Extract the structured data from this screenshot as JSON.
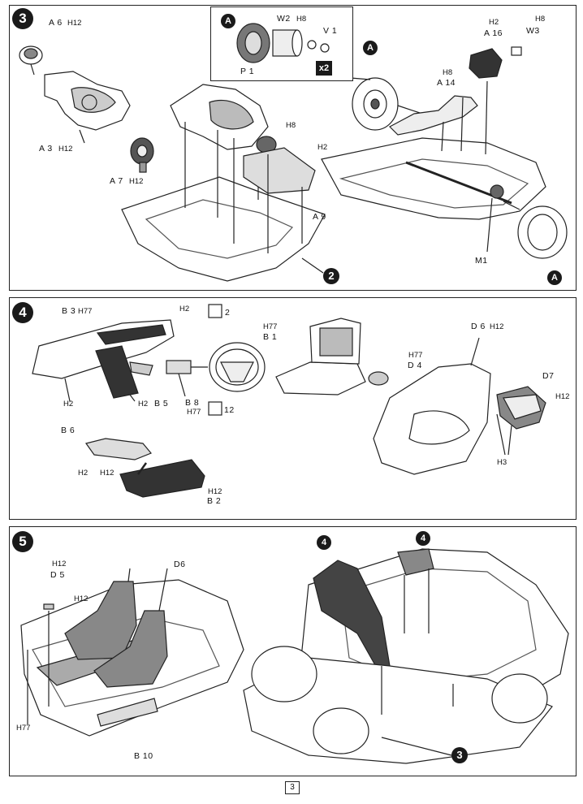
{
  "page_number": "3",
  "steps": {
    "s3": {
      "badge": "3",
      "ref_a": "A",
      "multiplier": "x2",
      "callout_ref": "2",
      "labels": {
        "a6": "A 6",
        "a6h": "H12",
        "a3": "A 3",
        "a3h": "H12",
        "a7": "A 7",
        "a7h": "H12",
        "w2": "W2",
        "w2h": "H8",
        "v1": "V 1",
        "p1": "P 1",
        "h8_a9": "H8",
        "h2_a9": "H2",
        "a9": "A 9",
        "a16h": "H2",
        "a16": "A 16",
        "w3h": "H8",
        "w3": "W3",
        "a14h": "H8",
        "a14": "A 14",
        "m1": "M1"
      }
    },
    "s4": {
      "badge": "4",
      "star_2": "2",
      "star_12": "12",
      "labels": {
        "b3": "B 3",
        "b3h": "H77",
        "h2_top": "H2",
        "h2_left": "H2",
        "h2_mid": "H2",
        "b5": "B 5",
        "b8": "B 8",
        "b8h": "H77",
        "b1h": "H77",
        "b1": "B 1",
        "d4h": "H77",
        "d4": "D 4",
        "d6": "D 6",
        "d6h": "H12",
        "d7": "D7",
        "d7h": "H12",
        "h3": "H3",
        "b6": "B 6",
        "b6h2": "H2",
        "b6h12": "H12",
        "b2h": "H12",
        "b2": "B 2"
      }
    },
    "s5": {
      "badge": "5",
      "ref_4a": "4",
      "ref_4b": "4",
      "ref_3": "3",
      "labels": {
        "d5h": "H12",
        "d5": "D 5",
        "h12_seat": "H12",
        "d6": "D6",
        "h77": "H77",
        "b10": "B 10"
      }
    }
  }
}
